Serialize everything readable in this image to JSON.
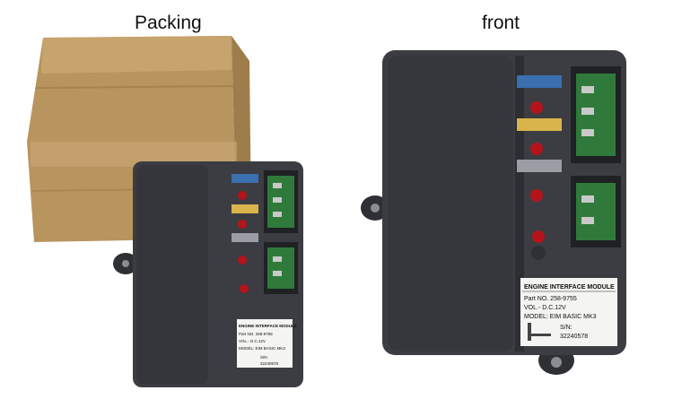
{
  "captions": {
    "left": "Packing",
    "right": "front"
  },
  "label": {
    "title": "ENGINE INTERFACE MODULE",
    "part_no": "Part NO. 258-9755",
    "vol": "VOL.- D.C.12V",
    "model": "MODEL: EIM BASIC MK3",
    "sn_label": "S/N:",
    "sn_value": "32240578"
  },
  "colors": {
    "box": "#b8955f",
    "module": "#3b3d42",
    "fuse_blue": "#3a6fb0",
    "fuse_yellow": "#d9b44a",
    "fuse_grey": "#9a9ea4",
    "led_red": "#b3141b",
    "pcb_green": "#2f7a3a"
  }
}
